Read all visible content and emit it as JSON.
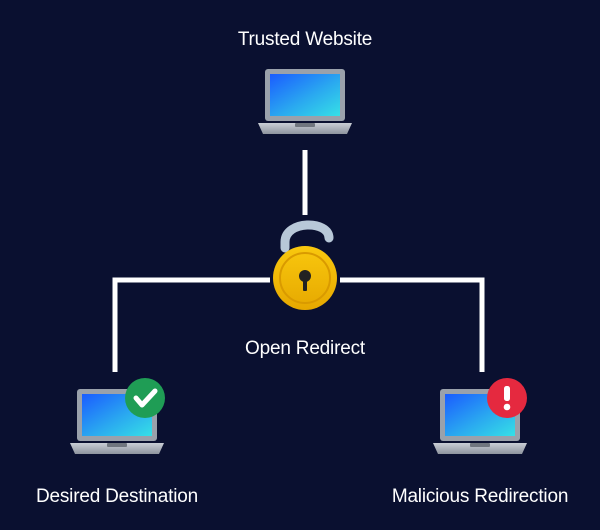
{
  "diagram": {
    "nodes": {
      "top": {
        "label": "Trusted Website",
        "icon": "laptop-icon"
      },
      "center": {
        "label": "Open Redirect",
        "icon": "unlocked-padlock-icon"
      },
      "left": {
        "label": "Desired Destination",
        "icon": "laptop-icon",
        "badge_icon": "checkmark-icon"
      },
      "right": {
        "label": "Malicious Redirection",
        "icon": "laptop-icon",
        "badge_icon": "exclamation-icon"
      }
    },
    "colors": {
      "background": "#0a1030",
      "connector": "#ffffff",
      "padlock_body": "#f2b705",
      "padlock_shackle": "#b8c8d8",
      "success_badge": "#1f9d55",
      "warning_badge": "#e5293f"
    }
  }
}
